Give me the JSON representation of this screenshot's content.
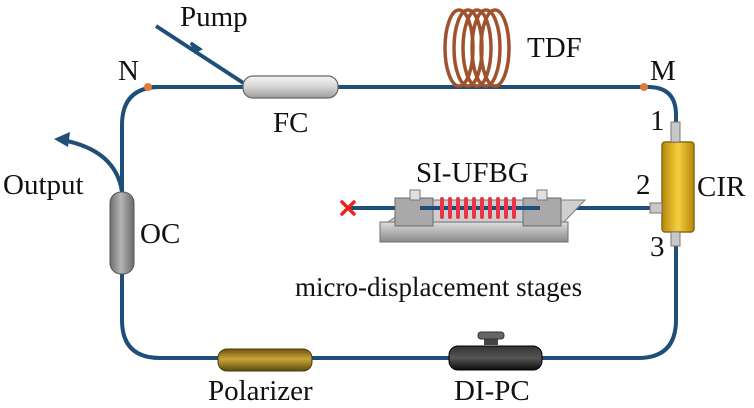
{
  "labels": {
    "pump": "Pump",
    "tdf": "TDF",
    "n": "N",
    "m": "M",
    "fc": "FC",
    "output": "Output",
    "oc": "OC",
    "si_ufbg": "SI-UFBG",
    "cir": "CIR",
    "port1": "1",
    "port2": "2",
    "port3": "3",
    "stages": "micro-displacement stages",
    "polarizer": "Polarizer",
    "dipc": "DI-PC"
  },
  "colors": {
    "fiber": "#1f4e79",
    "node_marker": "#e07b39",
    "tdf_coil": "#a0522d",
    "grating": "#e8354a",
    "terminator": "#e8251f",
    "circulator": "#e0b020",
    "polarizer": "#9a7a18",
    "coupler": "#d8d8d8",
    "oc": "#8a8a8a",
    "dipc": "#1a1a1a",
    "stage": "#9a9a9a"
  }
}
